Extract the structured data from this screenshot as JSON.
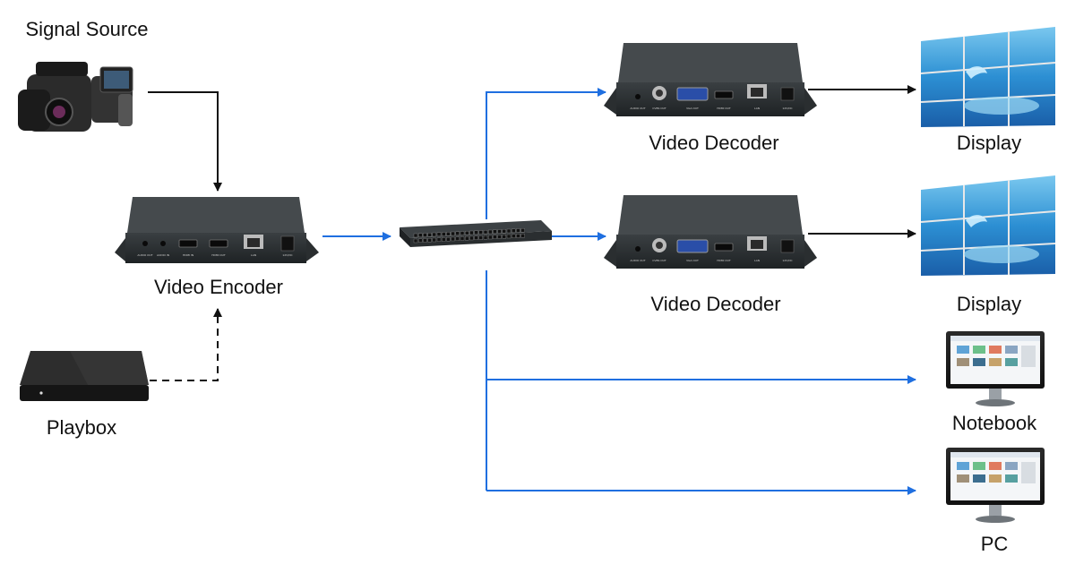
{
  "labels": {
    "signal_source": "Signal Source",
    "video_encoder": "Video Encoder",
    "playbox": "Playbox",
    "video_decoder_1": "Video Decoder",
    "video_decoder_2": "Video Decoder",
    "display_1": "Display",
    "display_2": "Display",
    "notebook": "Notebook",
    "pc": "PC"
  },
  "port_labels": {
    "encoder": [
      "AUDIO OUT",
      "AUDIO IN",
      "HDMI IN",
      "HDMI OUT",
      "LAN",
      "12V/DC"
    ],
    "decoder": [
      "AUDIO OUT",
      "CVBS OUT",
      "VGA OUT",
      "HDMI OUT",
      "LAN",
      "12V/DC"
    ]
  },
  "colors": {
    "arrow_black": "#111111",
    "arrow_blue": "#1f6fe0",
    "device_body": "#2f3437",
    "screen_blue": "#2f8fd6"
  },
  "icons": {
    "signal_source": "camcorder-icon",
    "playbox": "set-top-box-icon",
    "switch": "network-switch-icon",
    "display": "video-wall-icon",
    "notebook": "monitor-icon",
    "pc": "monitor-icon"
  }
}
